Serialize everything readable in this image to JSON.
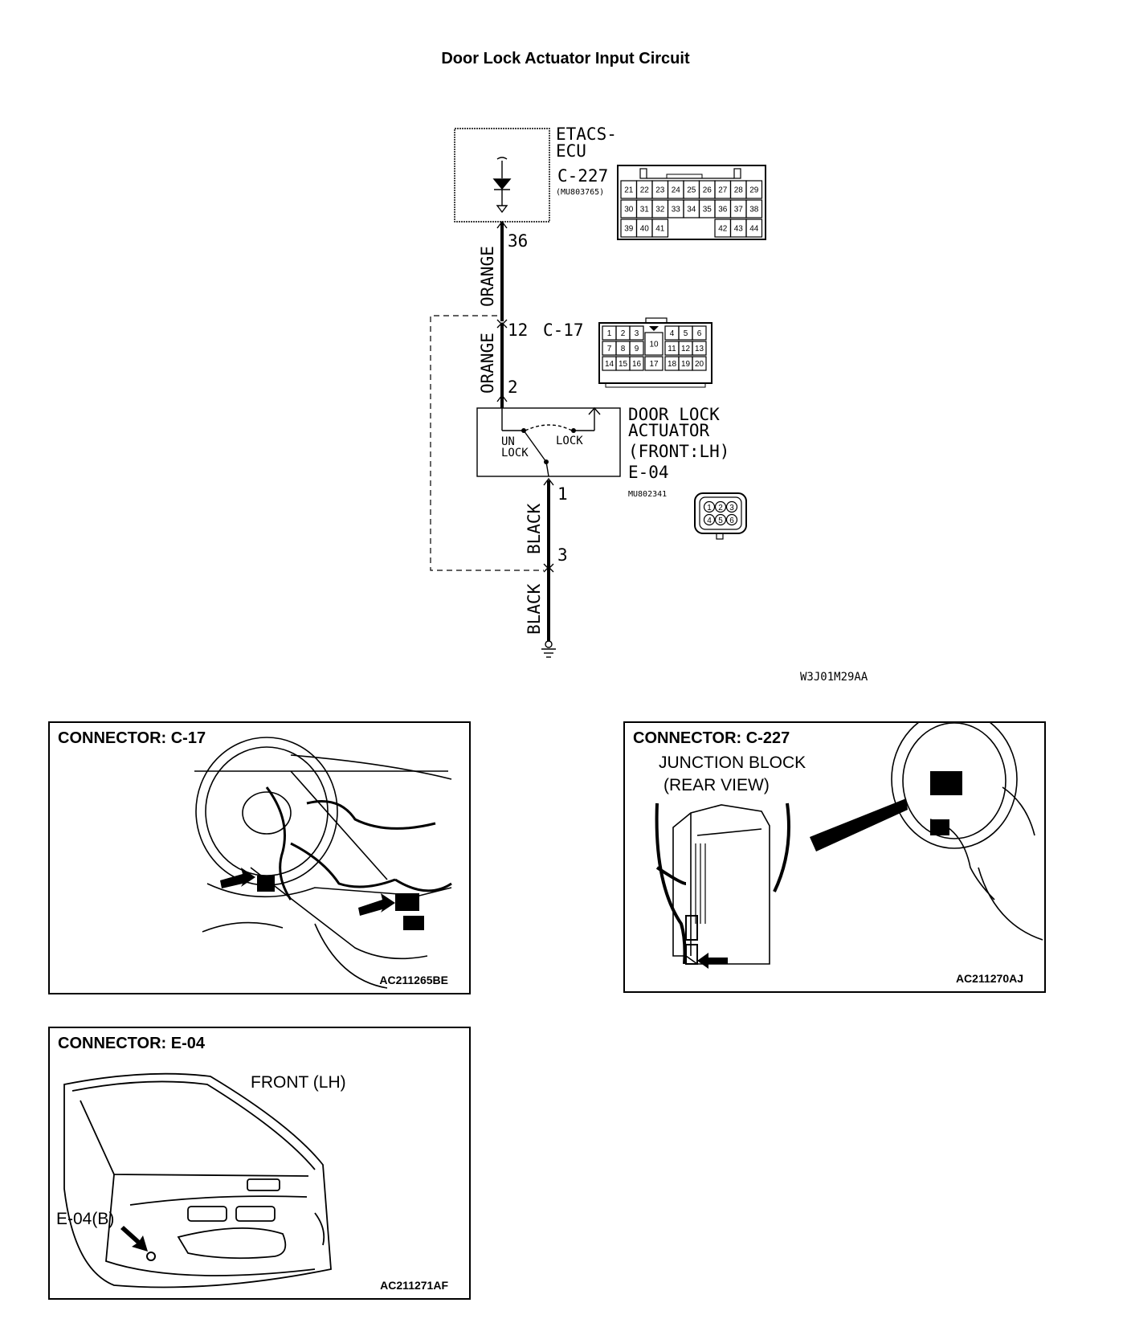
{
  "title": "Door Lock Actuator Input Circuit",
  "schematic": {
    "ecu": {
      "name_line1": "ETACS-",
      "name_line2": "ECU",
      "connector": "C-227",
      "part_no": "(MU803765)"
    },
    "c227_pins": {
      "row1": [
        "21",
        "22",
        "23",
        "24",
        "25",
        "26",
        "27",
        "28",
        "29"
      ],
      "row2": [
        "30",
        "31",
        "32",
        "33",
        "34",
        "35",
        "36",
        "37",
        "38"
      ],
      "row3_left": [
        "39",
        "40",
        "41"
      ],
      "row3_right": [
        "42",
        "43",
        "44"
      ]
    },
    "wire_upper": {
      "color": "ORANGE",
      "pin_top": "36"
    },
    "junction": {
      "connector": "C-17",
      "pin_in": "12",
      "pin_out": "2",
      "wire_color": "ORANGE"
    },
    "c17_pins": {
      "row1_left": [
        "1",
        "2",
        "3"
      ],
      "center_tall": "10",
      "row1_right": [
        "4",
        "5",
        "6"
      ],
      "row2_left": [
        "7",
        "8",
        "9"
      ],
      "row2_right": [
        "11",
        "12",
        "13"
      ],
      "row3_left": [
        "14",
        "15",
        "16"
      ],
      "row3_center": "17",
      "row3_right": [
        "18",
        "19",
        "20"
      ]
    },
    "actuator": {
      "line1": "DOOR LOCK",
      "line2": "ACTUATOR",
      "line3": "(FRONT:LH)",
      "connector": "E-04",
      "part_no": "MU802341",
      "switch_unlock_1": "UN",
      "switch_unlock_2": "LOCK",
      "switch_lock": "LOCK"
    },
    "e04_pins": [
      "1",
      "2",
      "3",
      "4",
      "5",
      "6"
    ],
    "wire_lower": {
      "color": "BLACK",
      "pin_1": "1",
      "pin_3": "3"
    },
    "wire_ground": {
      "color": "BLACK"
    },
    "diagram_code": "W3J01M29AA"
  },
  "panels": {
    "c17": {
      "title": "CONNECTOR: C-17",
      "code": "AC211265BE"
    },
    "c227": {
      "title": "CONNECTOR: C-227",
      "label_line1": "JUNCTION BLOCK",
      "label_line2": "(REAR VIEW)",
      "code": "AC211270AJ"
    },
    "e04": {
      "title": "CONNECTOR: E-04",
      "label": "FRONT (LH)",
      "connector_label": "E-04(B)",
      "code": "AC211271AF"
    }
  }
}
